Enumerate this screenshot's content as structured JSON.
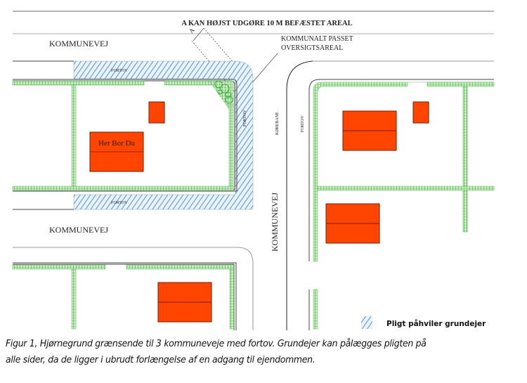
{
  "title": "A KAN HØJST UDGØRE 10 M BEFÆSTET AREAL",
  "dimension_label": "A",
  "road_labels": {
    "top_left": "KOMMUNEVEJ",
    "middle_left": "KOMMUNEVEJ",
    "vertical": "KOMMUNEVEJ"
  },
  "sidewalk_label": "FORTOV",
  "carriageway_label": "KØREBANE",
  "sight_area_label": [
    "KOMMUNALT PASSET",
    "OVERSIGTSAREAL"
  ],
  "house_label": "Her Bor Du",
  "legend": {
    "label": "Pligt påhviler grundejer",
    "icon": "blue-hatch"
  },
  "caption": [
    "Figur 1, Hjørnegrund grænsende til 3 kommuneveje med fortov. Grundejer kan pålægges pligten på",
    "alle sider, da de ligger i ubrudt forlængelse af en adgang til ejendommen."
  ],
  "colors": {
    "house": "#ff4500",
    "hatch": "#5b9bd5",
    "hedge": "#3aa83a"
  }
}
